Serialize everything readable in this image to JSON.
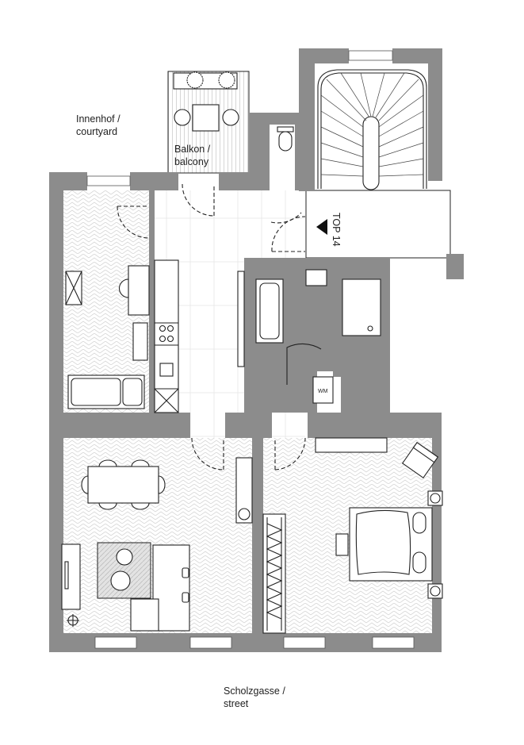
{
  "labels": {
    "courtyard_line1": "Innenhof /",
    "courtyard_line2": "courtyard",
    "balcony_line1": "Balkon /",
    "balcony_line2": "balcony",
    "unit": "TOP 14",
    "washing_machine": "WM",
    "street_line1": "Scholzgasse /",
    "street_line2": "street"
  },
  "colors": {
    "wall": "#8c8c8c",
    "line": "#222222",
    "floor_pattern": "#d6d6d6"
  }
}
